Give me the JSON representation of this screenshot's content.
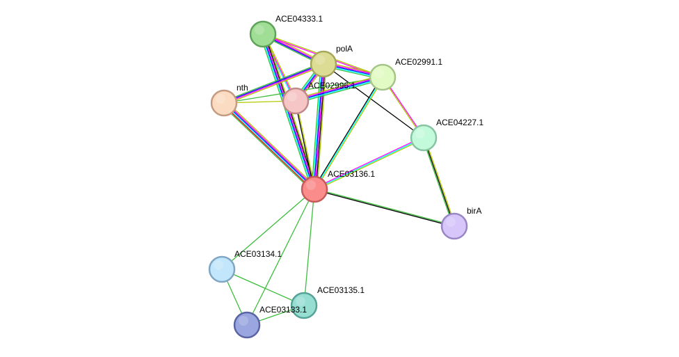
{
  "network": {
    "nodes": [
      {
        "id": "ACE04333.1",
        "label": "ACE04333.1",
        "fill": "#a0dd95",
        "stroke": "#5fa25a"
      },
      {
        "id": "polA",
        "label": "polA",
        "fill": "#dcdc94",
        "stroke": "#a6a65c"
      },
      {
        "id": "ACE02991.1",
        "label": "ACE02991.1",
        "fill": "#e2fbc4",
        "stroke": "#a6c48a"
      },
      {
        "id": "nth",
        "label": "nth",
        "fill": "#fbdcc2",
        "stroke": "#c49a80"
      },
      {
        "id": "ACE02996.1",
        "label": "ACE02996.1",
        "fill": "#f6c6c6",
        "stroke": "#c08a8a"
      },
      {
        "id": "ACE04227.1",
        "label": "ACE04227.1",
        "fill": "#c4fadc",
        "stroke": "#86c4a2"
      },
      {
        "id": "ACE03136.1",
        "label": "ACE03136.1",
        "fill": "#fa8c8c",
        "stroke": "#c45a5a"
      },
      {
        "id": "birA",
        "label": "birA",
        "fill": "#d6c6fa",
        "stroke": "#9a86c4"
      },
      {
        "id": "ACE03134.1",
        "label": "ACE03134.1",
        "fill": "#c2e6fb",
        "stroke": "#80a6c4"
      },
      {
        "id": "ACE03135.1",
        "label": "ACE03135.1",
        "fill": "#96ddd2",
        "stroke": "#56a296"
      },
      {
        "id": "ACE03133.1",
        "label": "ACE03133.1",
        "fill": "#9aa6e0",
        "stroke": "#5a64a2"
      }
    ],
    "evidence_colors": {
      "fusion": "#ff0000",
      "neighborhood": "#00ff00",
      "cooccurrence": "#0000ff",
      "experiments": "#ff00ff",
      "databases": "#00ffff",
      "textmining": "#b2c800",
      "coexpression": "#000000",
      "homology": "#aaaaff",
      "gene_neighborhood_green": "#3dbd3d"
    },
    "edges": [
      {
        "source": "ACE04333.1",
        "target": "polA",
        "colors": [
          "#b2c800",
          "#ff00ff",
          "#0000ff",
          "#3dbd3d"
        ]
      },
      {
        "source": "ACE04333.1",
        "target": "ACE02991.1",
        "colors": [
          "#b2c800",
          "#ff00ff"
        ]
      },
      {
        "source": "ACE04333.1",
        "target": "ACE02996.1",
        "colors": [
          "#b2c800",
          "#ff00ff",
          "#00ffff"
        ]
      },
      {
        "source": "ACE04333.1",
        "target": "ACE03136.1",
        "colors": [
          "#b2c800",
          "#000000",
          "#ff00ff",
          "#0000ff",
          "#00ffff",
          "#3dbd3d"
        ]
      },
      {
        "source": "polA",
        "target": "nth",
        "colors": [
          "#b2c800",
          "#ff00ff",
          "#0000ff",
          "#3dbd3d"
        ]
      },
      {
        "source": "polA",
        "target": "ACE02996.1",
        "colors": [
          "#b2c800",
          "#ff00ff",
          "#0000ff",
          "#00ffff",
          "#3dbd3d"
        ]
      },
      {
        "source": "polA",
        "target": "ACE02991.1",
        "colors": [
          "#b2c800",
          "#ff00ff",
          "#0000ff",
          "#00ffff",
          "#3dbd3d"
        ]
      },
      {
        "source": "polA",
        "target": "ACE04227.1",
        "colors": [
          "#000000"
        ]
      },
      {
        "source": "polA",
        "target": "ACE03136.1",
        "colors": [
          "#b2c800",
          "#000000",
          "#ff00ff",
          "#0000ff",
          "#00ffff",
          "#3dbd3d"
        ]
      },
      {
        "source": "nth",
        "target": "ACE02996.1",
        "colors": [
          "#b2c800"
        ]
      },
      {
        "source": "nth",
        "target": "ACE02991.1",
        "colors": [
          "#3dbd3d"
        ]
      },
      {
        "source": "nth",
        "target": "ACE03136.1",
        "colors": [
          "#b2c800",
          "#ff00ff",
          "#0000ff",
          "#00ffff",
          "#ff0000",
          "#3dbd3d"
        ]
      },
      {
        "source": "ACE02996.1",
        "target": "ACE02991.1",
        "colors": [
          "#b2c800",
          "#ff00ff",
          "#0000ff",
          "#00ffff",
          "#3dbd3d"
        ]
      },
      {
        "source": "ACE02996.1",
        "target": "ACE03136.1",
        "colors": [
          "#b2c800",
          "#000000"
        ]
      },
      {
        "source": "ACE02991.1",
        "target": "ACE04227.1",
        "colors": [
          "#ff00ff",
          "#b2c800"
        ]
      },
      {
        "source": "ACE02991.1",
        "target": "ACE03136.1",
        "colors": [
          "#b2c800",
          "#00ffff",
          "#000000"
        ]
      },
      {
        "source": "ACE04227.1",
        "target": "ACE03136.1",
        "colors": [
          "#b2c800",
          "#00ffff",
          "#ff00ff"
        ]
      },
      {
        "source": "ACE04227.1",
        "target": "birA",
        "colors": [
          "#b2c800",
          "#000000",
          "#3dbd3d"
        ]
      },
      {
        "source": "ACE03136.1",
        "target": "birA",
        "colors": [
          "#3dbd3d",
          "#000000"
        ]
      },
      {
        "source": "ACE03136.1",
        "target": "ACE03134.1",
        "colors": [
          "#3dbd3d"
        ]
      },
      {
        "source": "ACE03136.1",
        "target": "ACE03135.1",
        "colors": [
          "#3dbd3d"
        ]
      },
      {
        "source": "ACE03136.1",
        "target": "ACE03133.1",
        "colors": [
          "#3dbd3d"
        ]
      },
      {
        "source": "ACE03134.1",
        "target": "ACE03135.1",
        "colors": [
          "#3dbd3d"
        ]
      },
      {
        "source": "ACE03134.1",
        "target": "ACE03133.1",
        "colors": [
          "#3dbd3d"
        ]
      },
      {
        "source": "ACE03133.1",
        "target": "ACE03135.1",
        "colors": [
          "#3dbd3d"
        ]
      }
    ]
  }
}
